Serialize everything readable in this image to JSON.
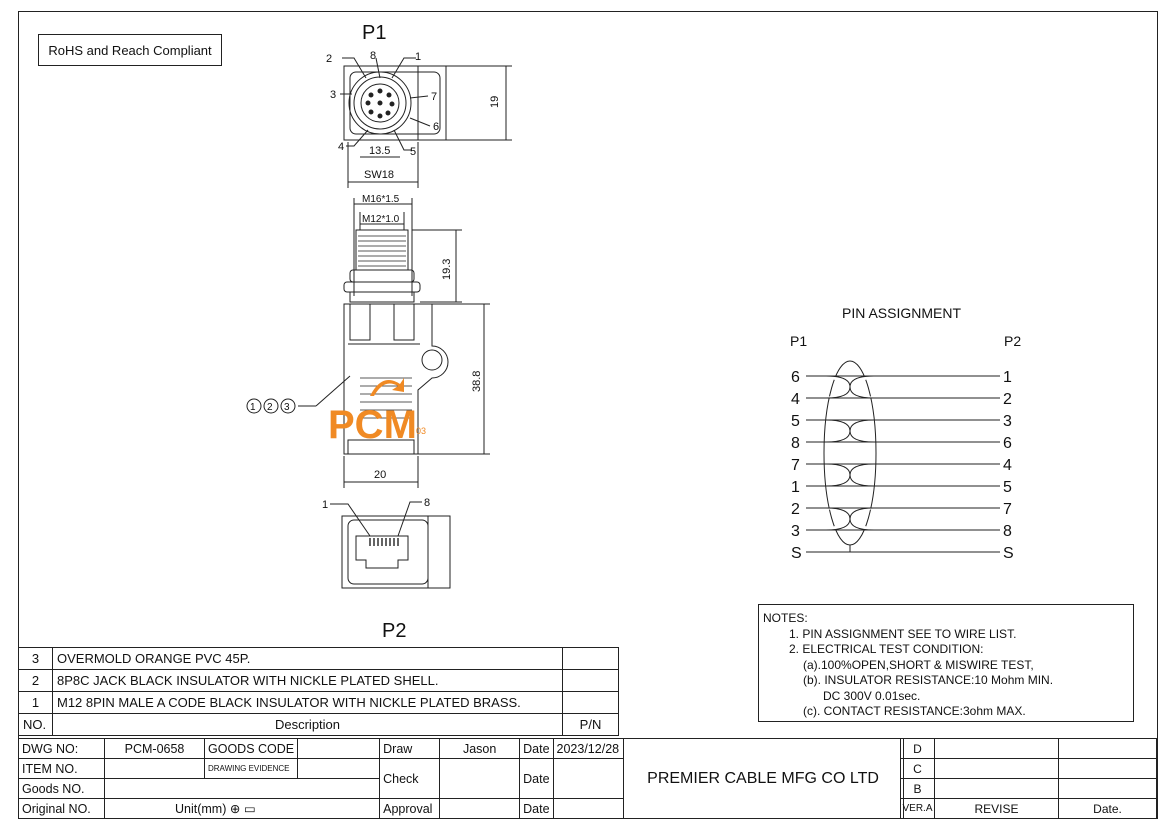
{
  "compliance": "RoHS and Reach Compliant",
  "views": {
    "p1_label": "P1",
    "p2_label": "P2"
  },
  "pin_labels_front": [
    "1",
    "2",
    "3",
    "4",
    "5",
    "6",
    "7",
    "8"
  ],
  "dimensions": {
    "d_13_5": "13.5",
    "d_sw18": "SW18",
    "d_19": "19",
    "d_m16": "M16*1.5",
    "d_m12": "M12*1.0",
    "d_19_3": "19.3",
    "d_38_8": "38.8",
    "d_20": "20"
  },
  "callouts": [
    "1",
    "2",
    "3"
  ],
  "rj45_pins": {
    "left": "1",
    "right": "8"
  },
  "logo": {
    "text": "PCM",
    "mark": "03",
    "color": "#f08a24"
  },
  "pin_assignment": {
    "title": "PIN  ASSIGNMENT",
    "left_header": "P1",
    "right_header": "P2",
    "left": [
      "6",
      "4",
      "5",
      "8",
      "7",
      "1",
      "2",
      "3",
      "S"
    ],
    "right": [
      "1",
      "2",
      "3",
      "6",
      "4",
      "5",
      "7",
      "8",
      "S"
    ]
  },
  "notes": {
    "title": "NOTES:",
    "lines": [
      "1. PIN ASSIGNMENT SEE TO WIRE LIST.",
      "2. ELECTRICAL TEST CONDITION:",
      "(a).100%OPEN,SHORT & MISWIRE TEST,",
      "(b). INSULATOR RESISTANCE:10 Mohm MIN.",
      "DC 300V 0.01sec.",
      "(c). CONTACT RESISTANCE:3ohm MAX."
    ]
  },
  "bom": {
    "rows": [
      {
        "no": "3",
        "desc": "OVERMOLD ORANGE PVC 45P.",
        "pn": ""
      },
      {
        "no": "2",
        "desc": "8P8C JACK BLACK INSULATOR WITH NICKLE PLATED SHELL.",
        "pn": ""
      },
      {
        "no": "1",
        "desc": "M12 8PIN MALE A CODE BLACK INSULATOR WITH NICKLE PLATED BRASS.",
        "pn": ""
      }
    ],
    "header": {
      "no": "NO.",
      "desc": "Description",
      "pn": "P/N"
    }
  },
  "title_block": {
    "dwg_no_label": "DWG NO:",
    "dwg_no": "PCM-0658",
    "goods_code_label": "GOODS CODE",
    "drawing_evidence": "DRAWING EVIDENCE",
    "item_no_label": "ITEM NO.",
    "goods_no_label": "Goods NO.",
    "original_no_label": "Original NO.",
    "unit_label": "Unit(mm)",
    "draw_label": "Draw",
    "draw_name": "Jason",
    "check_label": "Check",
    "approval_label": "Approval",
    "date_label": "Date",
    "date_value": "2023/12/28",
    "company": "PREMIER CABLE MFG CO LTD"
  },
  "revision": {
    "rows": [
      "D",
      "C",
      "B"
    ],
    "ver_label": "VER.A",
    "revise_label": "REVISE",
    "date_label": "Date."
  }
}
